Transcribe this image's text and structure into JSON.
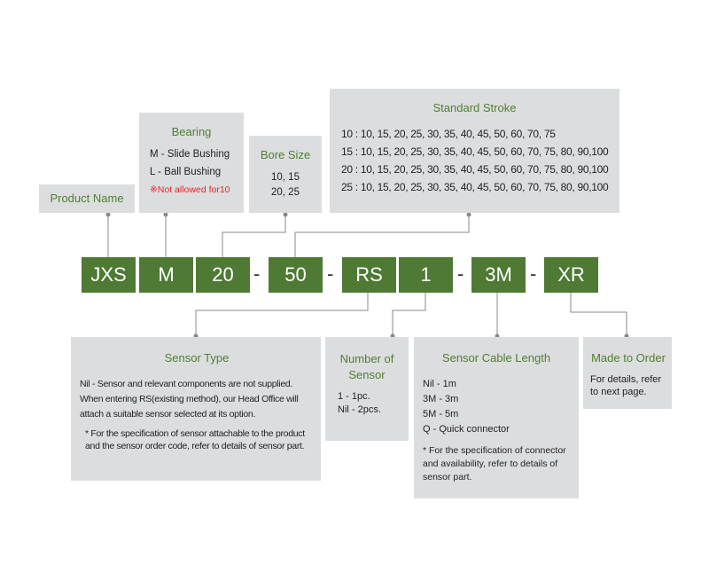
{
  "top_boxes": {
    "product_name": {
      "title": "Product Name"
    },
    "bearing": {
      "title": "Bearing",
      "items": [
        "M - Slide Bushing",
        "L - Ball Bushing"
      ],
      "note": "※Not allowed for10"
    },
    "bore_size": {
      "title": "Bore Size",
      "items": [
        "10, 15",
        "20, 25"
      ]
    },
    "standard_stroke": {
      "title": "Standard Stroke",
      "rows": [
        "10 : 10, 15, 20, 25, 30, 35, 40, 45, 50, 60, 70, 75",
        "15 : 10, 15, 20, 25, 30, 35, 40, 45, 50, 60, 70, 75, 80, 90,100",
        "20 : 10, 15, 20, 25, 30, 35, 40, 45, 50, 60, 70, 75, 80, 90,100",
        "25 : 10, 15, 20, 25, 30, 35, 40, 45, 50, 60, 70, 75, 80, 90,100"
      ]
    }
  },
  "codes": [
    "JXS",
    "M",
    "20",
    "-",
    "50",
    "-",
    "RS",
    "1",
    "-",
    "3M",
    "-",
    "XR"
  ],
  "bottom_boxes": {
    "sensor_type": {
      "title": "Sensor Type",
      "lines": [
        "Nil - Sensor and relevant components are not supplied.",
        "When entering RS(existing method), our Head Office will",
        "attach a suitable sensor selected at its option."
      ],
      "note": "* For the specification of sensor attachable to the product and the sensor order code, refer to details of sensor part."
    },
    "number_of_sensor": {
      "title": "Number of Sensor",
      "items": [
        "1 - 1pc.",
        "Nil - 2pcs."
      ]
    },
    "cable_length": {
      "title": "Sensor Cable Length",
      "items": [
        "Nil - 1m",
        "3M - 3m",
        "5M - 5m",
        "Q - Quick connector"
      ],
      "note": "* For the specification of connector and availability, refer to details of sensor part."
    },
    "made_to_order": {
      "title": "Made to Order",
      "text": "For details, refer to next page."
    }
  },
  "colors": {
    "code_bg": "#4e7a34",
    "title": "#4f7f2f",
    "box_bg": "#dcdddf",
    "note_red": "#e8242a"
  }
}
